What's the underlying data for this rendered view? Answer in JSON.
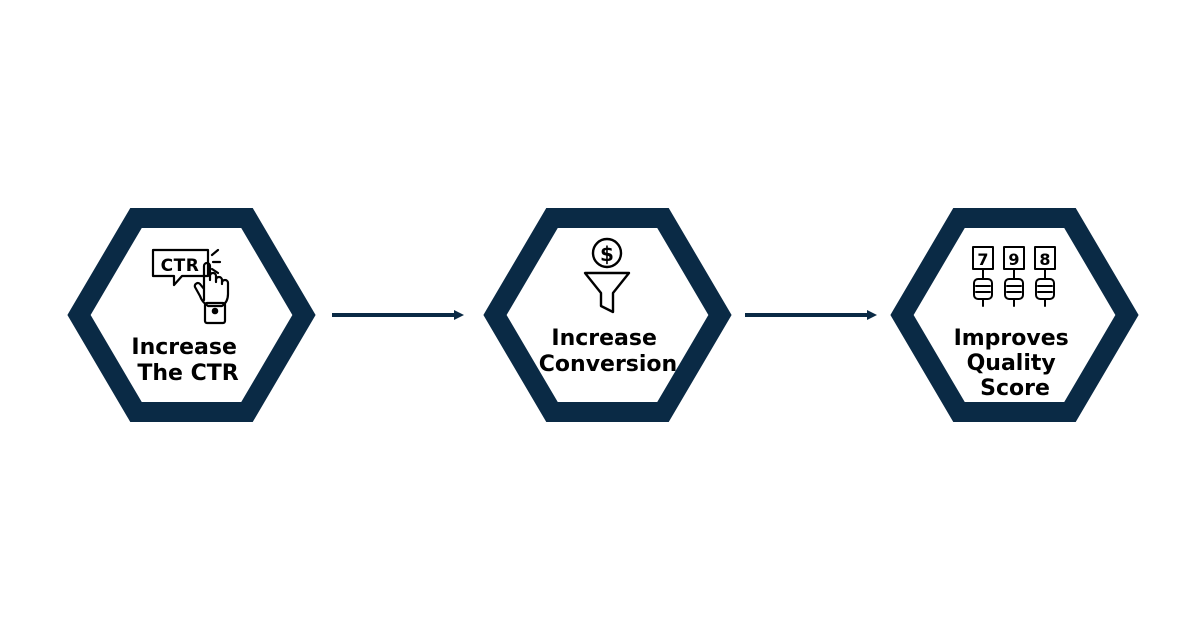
{
  "colors": {
    "hexagon_border": "#0a2a45",
    "arrow": "#0a2a45",
    "text": "#000000",
    "background": "#ffffff"
  },
  "steps": [
    {
      "icon": "ctr-click-icon",
      "icon_text": "CTR",
      "label_lines": [
        "Increase",
        "The CTR"
      ]
    },
    {
      "icon": "dollar-funnel-icon",
      "icon_text": "$",
      "label_lines": [
        "Increase",
        "Conversion"
      ]
    },
    {
      "icon": "score-cards-icon",
      "icon_text": [
        "7",
        "9",
        "8"
      ],
      "label_lines": [
        "Improves",
        "Quality",
        "Score"
      ]
    }
  ]
}
